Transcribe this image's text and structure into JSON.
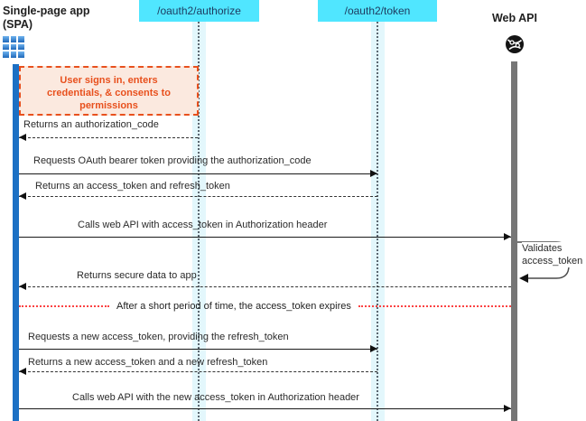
{
  "diagram_type": "oauth2-implicit-refresh-sequence",
  "actors": {
    "spa": {
      "name_line1": "Single-page app",
      "name_line2": "(SPA)",
      "icon": "app-grid-icon"
    },
    "authorize": {
      "label": "/oauth2/authorize"
    },
    "token": {
      "label": "/oauth2/token"
    },
    "web_api": {
      "name": "Web API",
      "icon": "globe-icon"
    }
  },
  "note": {
    "text": "User signs in, enters credentials, & consents to permissions"
  },
  "messages": [
    {
      "text": "Returns an authorization_code",
      "from": "/oauth2/authorize",
      "to": "SPA",
      "line": "dashed"
    },
    {
      "text": "Requests OAuth bearer token providing the authorization_code",
      "from": "SPA",
      "to": "/oauth2/token",
      "line": "solid"
    },
    {
      "text": "Returns an access_token and refresh_token",
      "from": "/oauth2/token",
      "to": "SPA",
      "line": "dashed"
    },
    {
      "text": "Calls web API with access_token in Authorization header",
      "from": "SPA",
      "to": "Web API",
      "line": "solid"
    },
    {
      "text": "Validates access_token",
      "from": "Web API",
      "to": "Web API",
      "line": "self"
    },
    {
      "text": "Returns secure data to app",
      "from": "Web API",
      "to": "SPA",
      "line": "dashed"
    },
    {
      "text": "After a short period of time, the access_token expires",
      "line": "red-dotted-divider"
    },
    {
      "text": "Requests a new access_token, providing the refresh_token",
      "from": "SPA",
      "to": "/oauth2/token",
      "line": "solid"
    },
    {
      "text": "Returns a new access_token and a new refresh_token",
      "from": "/oauth2/token",
      "to": "SPA",
      "line": "dashed"
    },
    {
      "text": "Calls web API with the new access_token in Authorization header",
      "from": "SPA",
      "to": "Web API",
      "line": "solid"
    }
  ],
  "colors": {
    "endpoint_bg": "#50e6ff",
    "endpoint_text": "#1d3a5f",
    "spa_activation_bar": "#1c70c4",
    "webapi_activation_bar": "#767676",
    "lifeline_column_bg": "#e3f7fc",
    "note_border": "#e8501d",
    "note_bg": "#fbe9df",
    "note_text": "#e8501d",
    "divider_dotted": "#fb4242",
    "message_text": "#2a2a2a"
  }
}
